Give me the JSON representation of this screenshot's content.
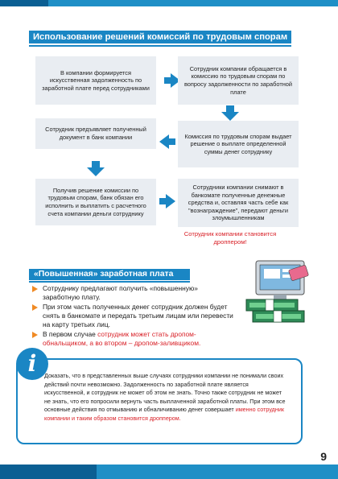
{
  "page": {
    "heading": "Использование решений комиссий по трудовым спорам",
    "flow": {
      "step1": "В компании формируется искусственная задолженность по заработной плате перед сотрудниками",
      "step2": "Сотрудник компании обращается в комиссию по трудовым спорам по вопросу задолженности по заработной плате",
      "step3": "Комиссия по трудовым спорам выдает решение о выплате определенной суммы денег сотруднику",
      "step4": "Сотрудник предъявляет полученный документ в банк компании",
      "step5": "Получив решение комиссии по трудовым спорам, банк обязан его исполнить и выплатить с расчетного счета компании деньги сотруднику",
      "step6": "Сотрудники компании снимают в банкомате полученные денежные средства и, оставляя часть себе как \"вознаграждение\", передают деньги злоумышленникам"
    },
    "red_note": "Сотрудник компании становится дроппером!",
    "subheading": "«Повышенная» заработная плата",
    "bullets": {
      "b1": "Сотруднику предлагают получить «повышенную» заработную плату.",
      "b2": "При этом часть полученных денег сотрудник должен будет снять в банкомате и передать третьим лицам или перевести на карту третьих лиц.",
      "b3_plain": "В первом случае ",
      "b3_red": "сотрудник может стать дропом-обнальщиком, а во втором – дропом-заливщиком."
    },
    "info": {
      "icon_letter": "i",
      "text_plain": "Доказать, что в представленных выше случаях сотрудники компании не понимали своих действий почти невозможно. Задолженность по заработной плате является искусственной, и сотрудник не может об этом не знать. Точно также сотрудник не может не знать, что его попросили вернуть часть выплаченной заработной платы. При этом все основные действия по отмыванию и обналичиванию денег совершает ",
      "text_red": "именно сотрудник компании и таким образом становится дроппером."
    },
    "page_number": "9"
  },
  "colors": {
    "accent": "#1a86c4",
    "accent_dark": "#0b5f93",
    "box_bg": "#e9edf2",
    "warning": "#d81f26",
    "bullet": "#f08a24"
  }
}
